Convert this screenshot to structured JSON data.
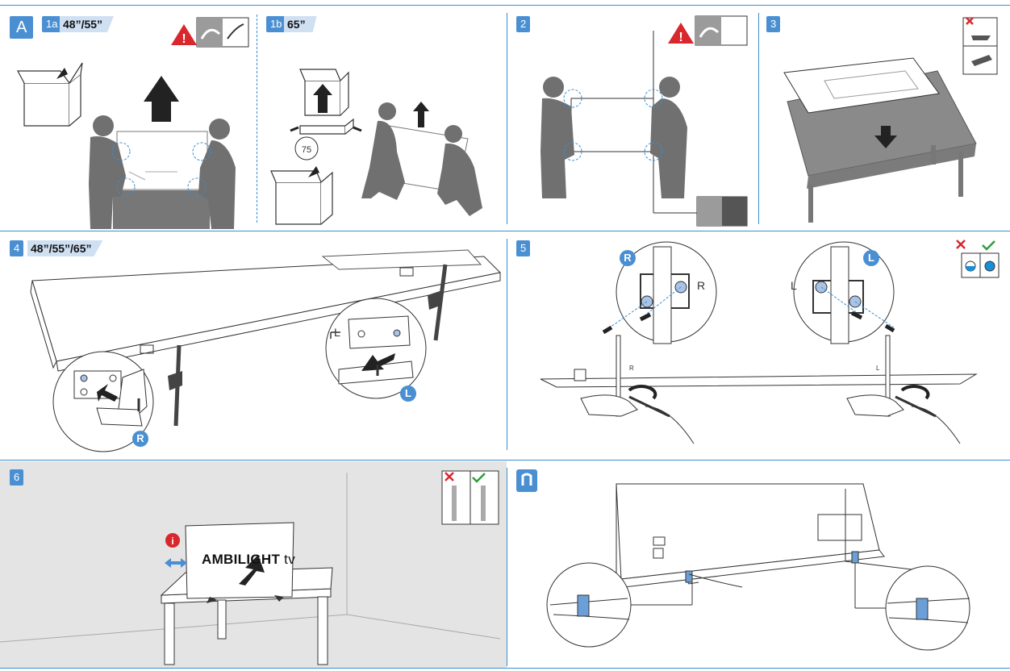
{
  "colors": {
    "accent": "#4b8fd3",
    "divider": "#3a8fd0",
    "warning": "#d9272e",
    "figure": "#6c6c6c",
    "wall": "#e4e4e4"
  },
  "panel_a": {
    "badge": "A",
    "step": "1a",
    "size": "48”/55”",
    "warning_icon": "warning-triangle-icon"
  },
  "panel_1b": {
    "step": "1b",
    "size": "65”"
  },
  "panel_2": {
    "step": "2",
    "warning_icon": "warning-triangle-icon"
  },
  "panel_3": {
    "step": "3"
  },
  "panel_4": {
    "step": "4",
    "size": "48”/55”/65”",
    "left_zoom_label": "R",
    "right_zoom_label": "L",
    "inner_left_letter": "L"
  },
  "panel_5": {
    "step": "5",
    "left_zoom": {
      "badge": "R",
      "letter": "R"
    },
    "right_zoom": {
      "badge": "L",
      "letter": "L"
    },
    "foot_left_mark": "R",
    "foot_right_mark": "L"
  },
  "panel_6": {
    "step": "6",
    "ambilight_brand": "AMBILIGHT",
    "ambilight_suffix": "tv"
  },
  "panel_cable": {
    "icon": "cable-clip-icon"
  }
}
